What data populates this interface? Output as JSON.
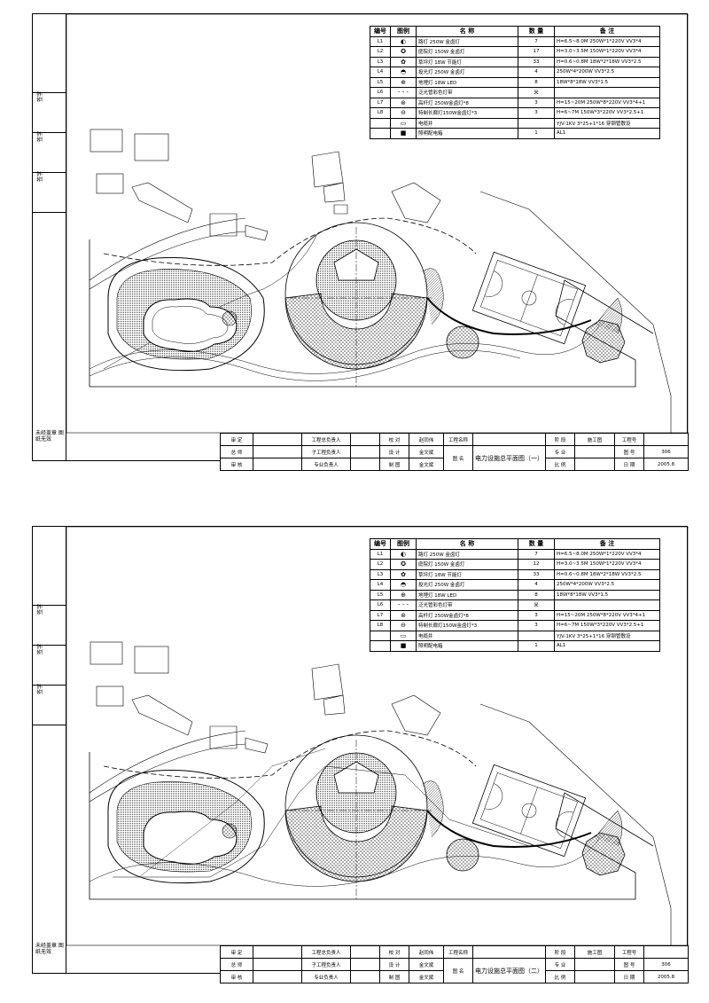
{
  "legend": {
    "headers": [
      "编号",
      "图例",
      "名 称",
      "数 量",
      "备 注"
    ],
    "symbols": [
      "◐",
      "✪",
      "✿",
      "◓",
      "⊕",
      "- - -",
      "⊛",
      "⊖",
      "▭",
      "■"
    ],
    "rows_1": [
      {
        "code": "L1",
        "name": "路灯  250W 金卤灯",
        "qty": "7",
        "note": "H=6.5~8.0M   250W*1*220V   VV3*4"
      },
      {
        "code": "L2",
        "name": "庭院灯  150W 金卤灯",
        "qty": "17",
        "note": "H=3.0~3.5M   150W*1*220V   VV3*4"
      },
      {
        "code": "L3",
        "name": "草坪灯 18W 节能灯",
        "qty": "33",
        "note": "H=0.6~0.8M   18W*2*18W   VV3*2.5"
      },
      {
        "code": "L4",
        "name": "投光灯  250W 金卤灯",
        "qty": "4",
        "note": "250W*4*200W   VV3*2.5"
      },
      {
        "code": "L5",
        "name": "地埋灯  18W LED",
        "qty": "8",
        "note": "18W*8*18W   VV3*1.5"
      },
      {
        "code": "L6",
        "name": "泛光管彩色灯带",
        "qty": "米",
        "note": ""
      },
      {
        "code": "L7",
        "name": "高杆灯  250W金卤灯*8",
        "qty": "3",
        "note": "H=15~20M   250W*8*220V   VV3*4+1"
      },
      {
        "code": "L8",
        "name": "特制长廊灯150W金卤灯*3",
        "qty": "3",
        "note": "H=6~7M   150W*3*220V   VV3*2.5+1"
      },
      {
        "code": "",
        "name": "电缆井",
        "qty": "",
        "note": "YJV-1KV 3*25+1*16 穿钢管敷设"
      },
      {
        "code": "",
        "name": "照明配电箱",
        "qty": "1",
        "note": "AL1"
      }
    ],
    "rows_2": [
      {
        "code": "L1",
        "name": "路灯  250W 金卤灯",
        "qty": "7",
        "note": "H=6.5~8.0M   250W*1*220V   VV3*4"
      },
      {
        "code": "L2",
        "name": "庭院灯  150W 金卤灯",
        "qty": "12",
        "note": "H=3.0~3.5M   150W*1*220V   VV3*4"
      },
      {
        "code": "L3",
        "name": "草坪灯 18W 节能灯",
        "qty": "33",
        "note": "H=0.6~0.8M   18W*2*18W   VV3*2.5"
      },
      {
        "code": "L4",
        "name": "投光灯  250W 金卤灯",
        "qty": "4",
        "note": "250W*4*200W   VV3*2.5"
      },
      {
        "code": "L5",
        "name": "地埋灯  18W LED",
        "qty": "8",
        "note": "18W*8*18W   VV3*1.5"
      },
      {
        "code": "L6",
        "name": "泛光管彩色灯带",
        "qty": "米",
        "note": ""
      },
      {
        "code": "L7",
        "name": "高杆灯  250W金卤灯*8",
        "qty": "3",
        "note": "H=15~20M   250W*8*220V   VV3*4+1"
      },
      {
        "code": "L8",
        "name": "特制长廊灯150W金卤灯*3",
        "qty": "3",
        "note": "H=6~7M   150W*3*220V   VV3*2.5+1"
      },
      {
        "code": "",
        "name": "电缆井",
        "qty": "",
        "note": "YJV-1KV 3*25+1*16 穿钢管敷设"
      },
      {
        "code": "",
        "name": "照明配电箱",
        "qty": "1",
        "note": "AL1"
      }
    ]
  },
  "title_block": {
    "r1": [
      "审 定",
      "",
      "工程总负责人",
      "",
      "校 对",
      "",
      "工程名称",
      "",
      "阶 段",
      "施工图",
      "工程号",
      ""
    ],
    "r2": [
      "总 师",
      "",
      "子工程负责人",
      "",
      "设 计",
      "",
      "",
      "",
      "专 业",
      "",
      "图 号",
      "",
      ""
    ],
    "r3": [
      "审 核",
      "",
      "专业负责人",
      "",
      "制 图",
      "",
      "图 名",
      "",
      "比 例",
      "",
      "日 期",
      ""
    ],
    "checker": "赵同伟",
    "designer": "金文斌",
    "drafter": "金文斌",
    "sheet_no_1": "306",
    "sheet_no_2": "306",
    "date": "2005.8",
    "title_1": "电力设施总平面图（一）",
    "title_2": "电力设施总平面图（二）"
  },
  "binding_strip": {
    "cells": [
      "签字",
      "签字",
      "签字"
    ],
    "note": "未经盖章 图纸无效"
  }
}
